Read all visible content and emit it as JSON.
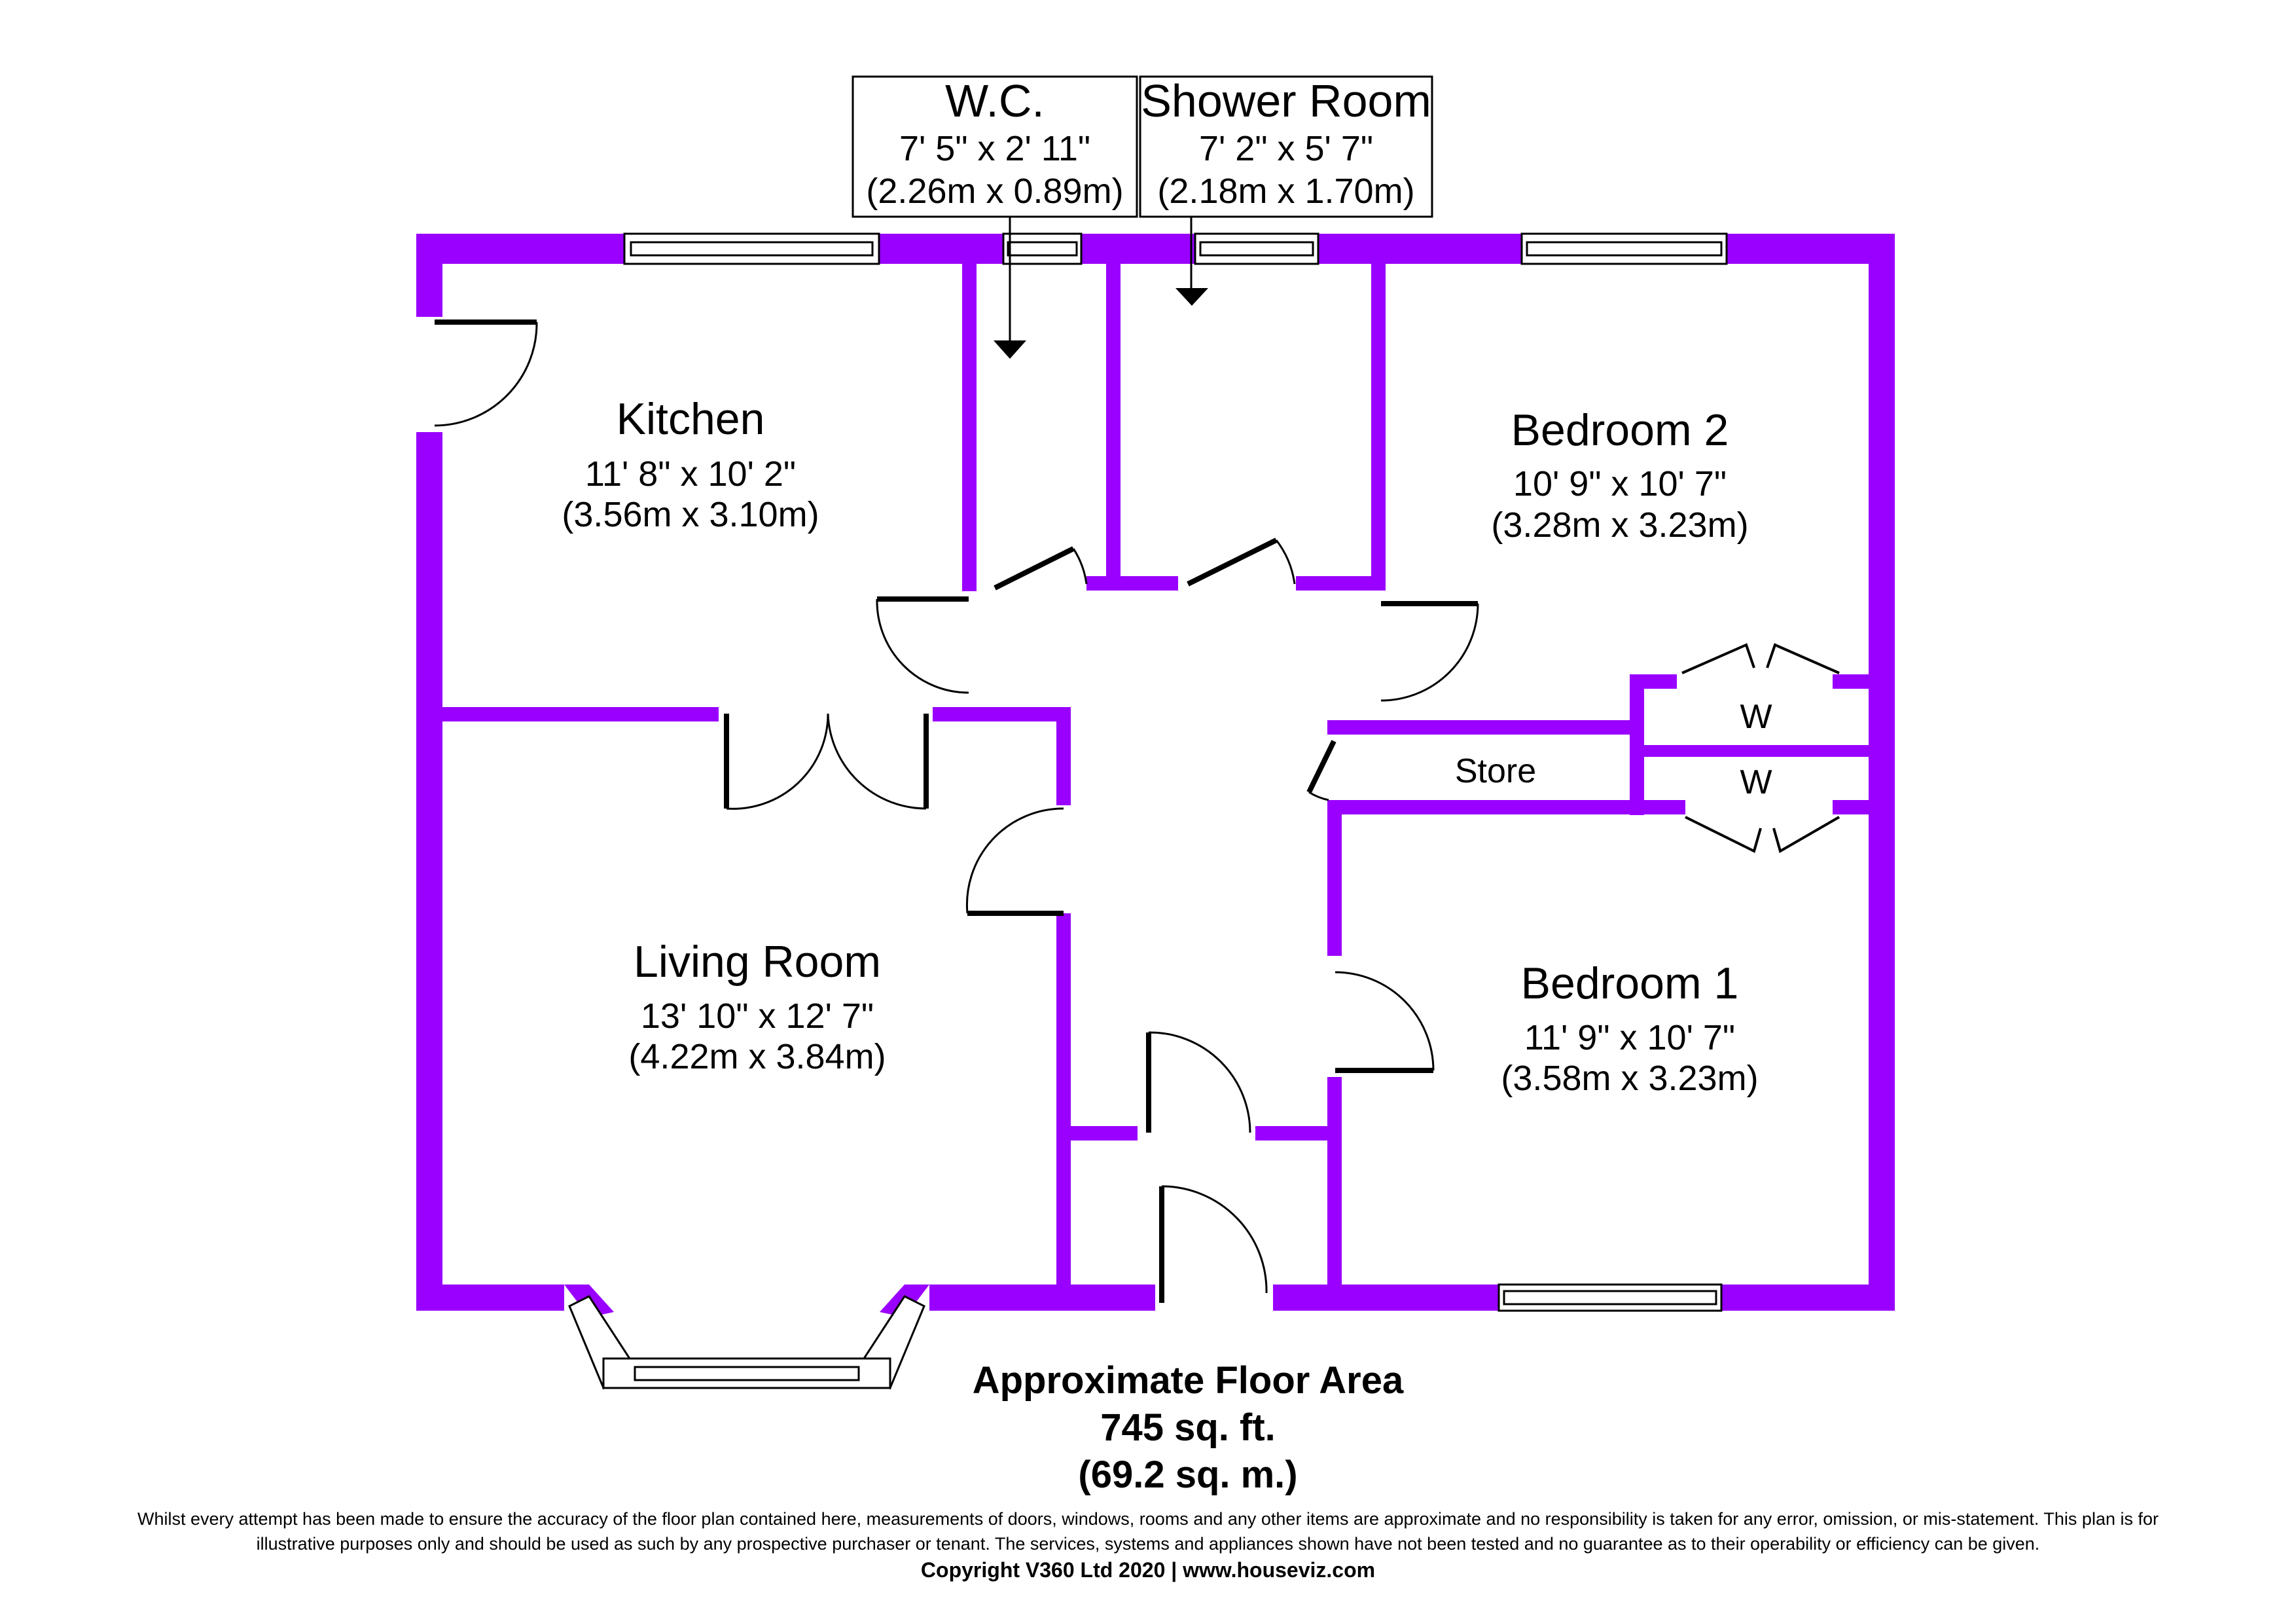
{
  "rooms": {
    "kitchen": {
      "name": "Kitchen",
      "imperial": "11' 8\" x 10' 2\"",
      "metric": "(3.56m x 3.10m)"
    },
    "living": {
      "name": "Living Room",
      "imperial": "13' 10\" x 12' 7\"",
      "metric": "(4.22m x 3.84m)"
    },
    "bedroom2": {
      "name": "Bedroom 2",
      "imperial": "10' 9\" x 10' 7\"",
      "metric": "(3.28m x 3.23m)"
    },
    "bedroom1": {
      "name": "Bedroom 1",
      "imperial": "11' 9\" x 10' 7\"",
      "metric": "(3.58m x 3.23m)"
    },
    "wc": {
      "name": "W.C.",
      "imperial": "7' 5\" x 2' 11\"",
      "metric": "(2.26m x 0.89m)"
    },
    "shower": {
      "name": "Shower Room",
      "imperial": "7' 2\" x 5' 7\"",
      "metric": "(2.18m x 1.70m)"
    }
  },
  "labels": {
    "store": "Store",
    "wardrobe_top": "W",
    "wardrobe_bottom": "W"
  },
  "area": {
    "title": "Approximate Floor Area",
    "sqft": "745 sq. ft.",
    "sqm": "(69.2 sq. m.)"
  },
  "footer": {
    "disclaimer_line1": "Whilst every attempt has been made to ensure the accuracy of the floor plan contained here, measurements of doors, windows, rooms and any other items are approximate and no responsibility is taken for any error, omission, or mis-statement. This plan is for",
    "disclaimer_line2": "illustrative purposes only and should be used as such by any prospective purchaser or tenant. The services, systems and appliances shown have not been tested and no guarantee as to their operability or efficiency can be given.",
    "copyright": "Copyright V360 Ltd 2020 | www.houseviz.com"
  },
  "colors": {
    "wall": "#9900ff"
  }
}
